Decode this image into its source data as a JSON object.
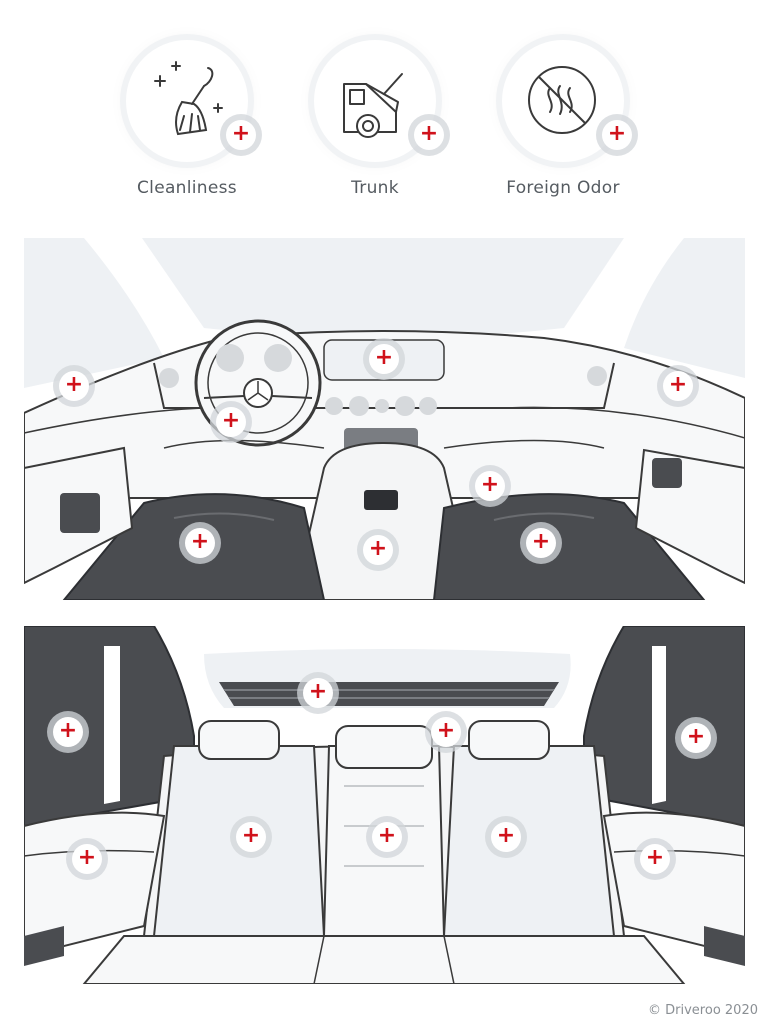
{
  "categories": [
    {
      "label": "Cleanliness",
      "icon": "broom-sparkle-icon"
    },
    {
      "label": "Trunk",
      "icon": "car-trunk-icon"
    },
    {
      "label": "Foreign Odor",
      "icon": "no-odor-icon"
    }
  ],
  "hotspot_symbol": "+",
  "footer": {
    "copyright": "© Driveroo 2020"
  },
  "colors": {
    "accent": "#d0121b",
    "line": "#3a3a3a",
    "panel": "#eef1f4",
    "seat": "#4a4c50"
  }
}
